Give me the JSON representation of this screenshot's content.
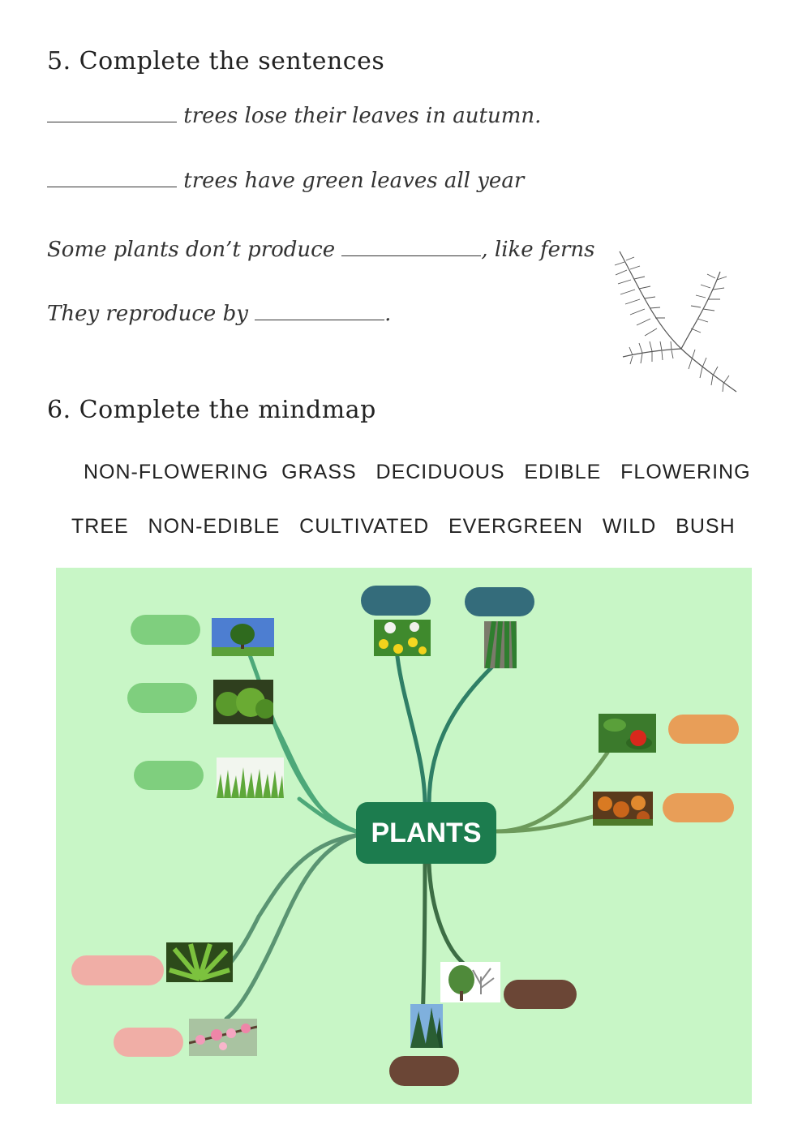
{
  "section5": {
    "heading": "5. Complete the sentences",
    "s1_text": " trees lose their leaves in autumn.",
    "s2_text": " trees have green leaves all year",
    "s3_text_a": "Some plants don’t produce ",
    "s3_text_b": ", like ferns",
    "s4_text_a": "They reproduce by ",
    "s4_text_b": "."
  },
  "section6": {
    "heading": "6. Complete the mindmap",
    "wordbank_row1": "NON-FLOWERING  GRASS   DECIDUOUS   EDIBLE   FLOWERING",
    "wordbank_row2": "TREE   NON-EDIBLE   CULTIVATED   EVERGREEN   WILD   BUSH"
  },
  "mindmap": {
    "center_label": "PLANTS",
    "colors": {
      "background": "#c8f6c6",
      "center": "#1c7c4e",
      "green_pill": "#7fcf7e",
      "teal_pill": "#346c7b",
      "orange_pill": "#e89e58",
      "pink_pill": "#f0aea6",
      "brown_pill": "#6b4636"
    }
  }
}
